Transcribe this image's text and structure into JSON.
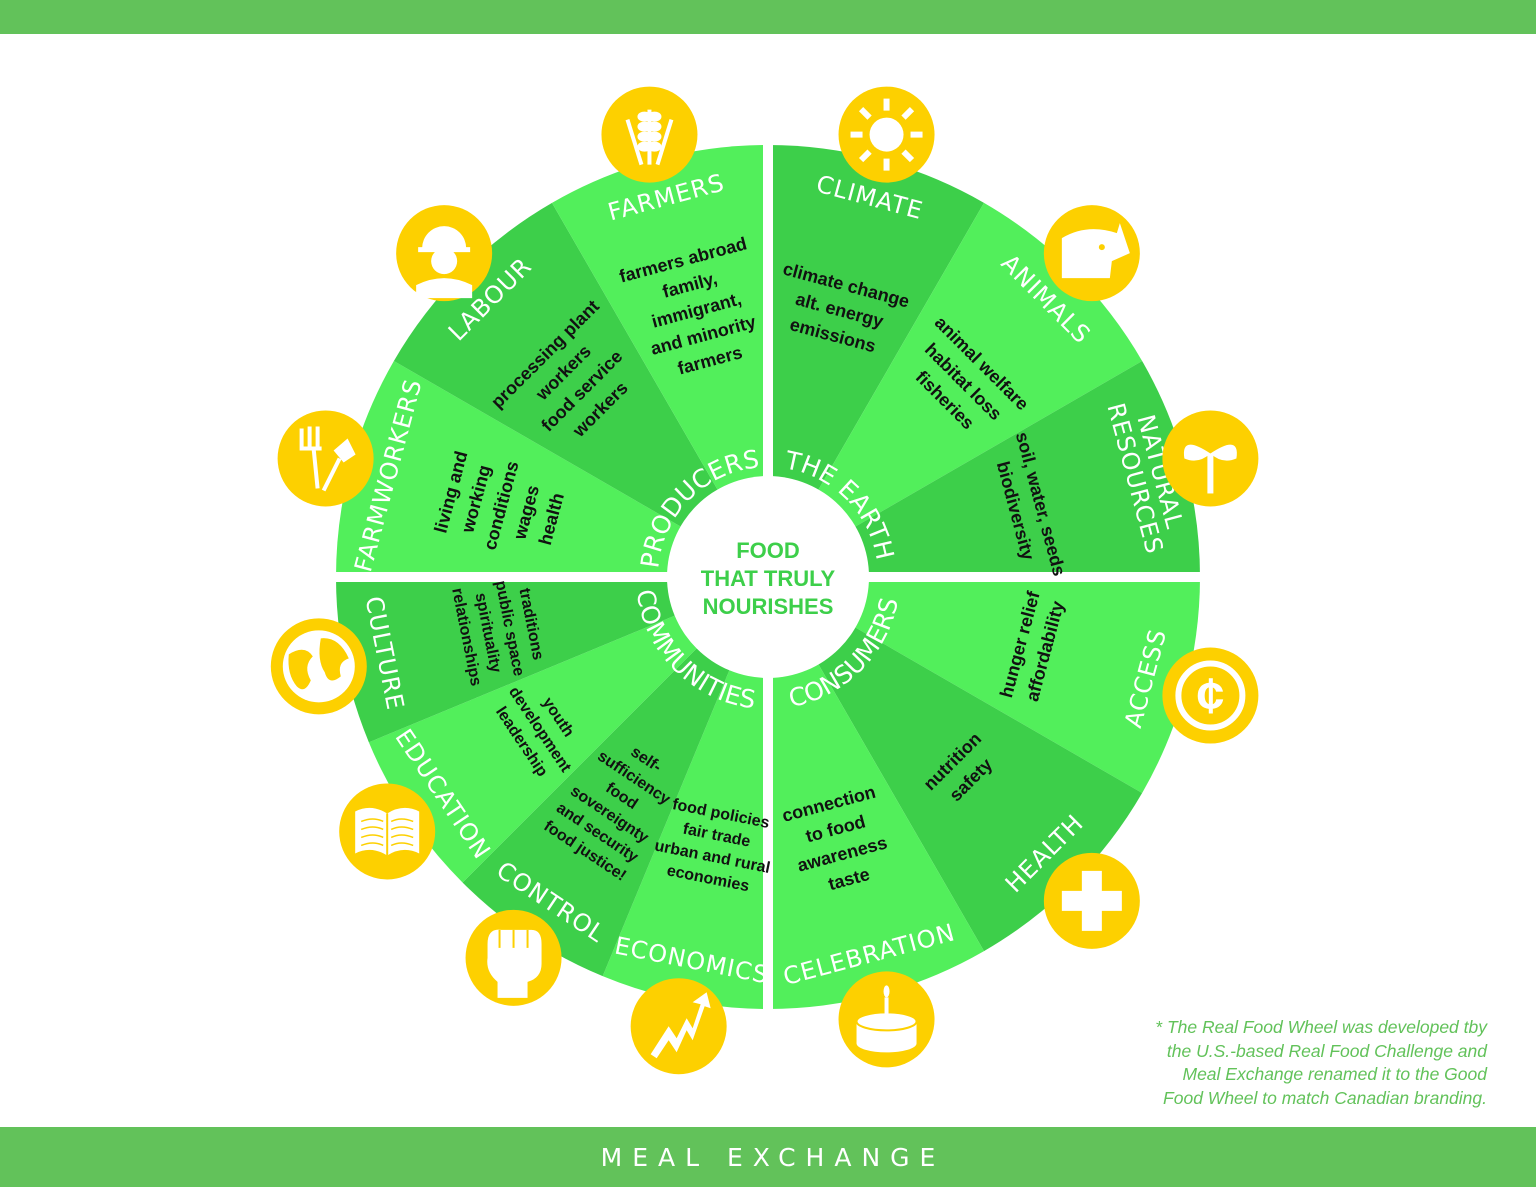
{
  "colors": {
    "bar": "#62c25a",
    "dark": "#3dcf4a",
    "light": "#52ef5b",
    "icon": "#fdd000",
    "center_text": "#3dcf4a"
  },
  "center": {
    "lines": [
      "FOOD",
      "THAT TRULY",
      "NOURISHES"
    ]
  },
  "quadrants": [
    {
      "label": "PRODUCERS",
      "segments": [
        {
          "label": [
            "FARMWORKERS"
          ],
          "items": [
            "living and",
            "working",
            "conditions",
            "wages",
            "health"
          ],
          "shade": "light",
          "icon": "farm-tools"
        },
        {
          "label": [
            "LABOUR"
          ],
          "items": [
            "processing plant",
            "workers",
            "food service",
            "workers"
          ],
          "shade": "dark",
          "icon": "worker"
        },
        {
          "label": [
            "FARMERS"
          ],
          "items": [
            "farmers abroad",
            "family,",
            "immigrant,",
            "and minority",
            "farmers"
          ],
          "shade": "light",
          "icon": "wheat"
        }
      ]
    },
    {
      "label": "THE EARTH",
      "segments": [
        {
          "label": [
            "CLIMATE"
          ],
          "items": [
            "climate change",
            "alt. energy",
            "emissions"
          ],
          "shade": "dark",
          "icon": "sun"
        },
        {
          "label": [
            "ANIMALS"
          ],
          "items": [
            "animal welfare",
            "habitat loss",
            "fisheries"
          ],
          "shade": "light",
          "icon": "pig"
        },
        {
          "label": [
            "NATURAL",
            "RESOURCES"
          ],
          "items": [
            "soil, water, seeds",
            "biodiversity"
          ],
          "shade": "dark",
          "icon": "sprout"
        }
      ]
    },
    {
      "label": "CONSUMERS",
      "segments": [
        {
          "label": [
            "ACCESS"
          ],
          "items": [
            "hunger relief",
            "affordability"
          ],
          "shade": "light",
          "icon": "cent"
        },
        {
          "label": [
            "HEALTH"
          ],
          "items": [
            "nutrition",
            "safety"
          ],
          "shade": "dark",
          "icon": "medical-cross"
        },
        {
          "label": [
            "CELEBRATION"
          ],
          "items": [
            "connection",
            "to food",
            "awareness",
            "taste"
          ],
          "shade": "light",
          "icon": "cake"
        }
      ]
    },
    {
      "label": "COMMUNITIES",
      "segments": [
        {
          "label": [
            "ECONOMICS"
          ],
          "items": [
            "food policies",
            "fair trade",
            "urban and rural",
            "economies"
          ],
          "shade": "light",
          "icon": "trend-arrow"
        },
        {
          "label": [
            "CONTROL"
          ],
          "items": [
            "self-",
            "sufficiency",
            "food",
            "sovereignty",
            "and security",
            "food justice!"
          ],
          "shade": "dark",
          "icon": "fist"
        },
        {
          "label": [
            "EDUCATION"
          ],
          "items": [
            "youth",
            "development",
            "leadership"
          ],
          "shade": "light",
          "icon": "book"
        },
        {
          "label": [
            "CULTURE"
          ],
          "items": [
            "traditions",
            "public space",
            "spirituality",
            "relationships"
          ],
          "shade": "dark",
          "icon": "globe"
        }
      ]
    }
  ],
  "note": [
    "* The Real Food Wheel was developed tby",
    "the U.S.-based Real Food Challenge and",
    "Meal Exchange renamed it to the Good",
    "Food Wheel to match Canadian branding."
  ],
  "footer": {
    "brand": "MEAL EXCHANGE"
  }
}
